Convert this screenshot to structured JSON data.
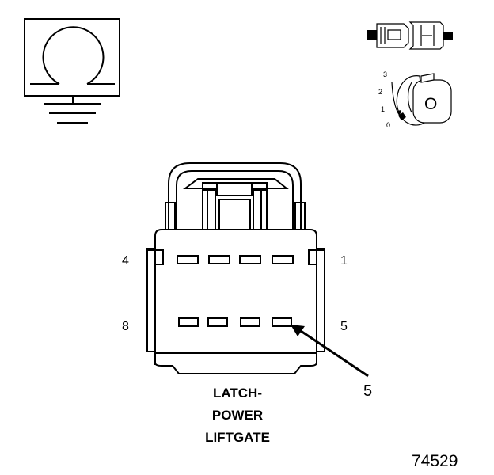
{
  "connector": {
    "caption_lines": [
      "LATCH-",
      "POWER",
      "LIFTGATE"
    ],
    "pin_labels": {
      "top_left": "4",
      "top_right": "1",
      "bottom_left": "8",
      "bottom_right": "5"
    },
    "callout_pin": "5"
  },
  "key_positions": [
    "3",
    "2",
    "1",
    "0"
  ],
  "key_glyph": "O",
  "figure_number": "74529"
}
